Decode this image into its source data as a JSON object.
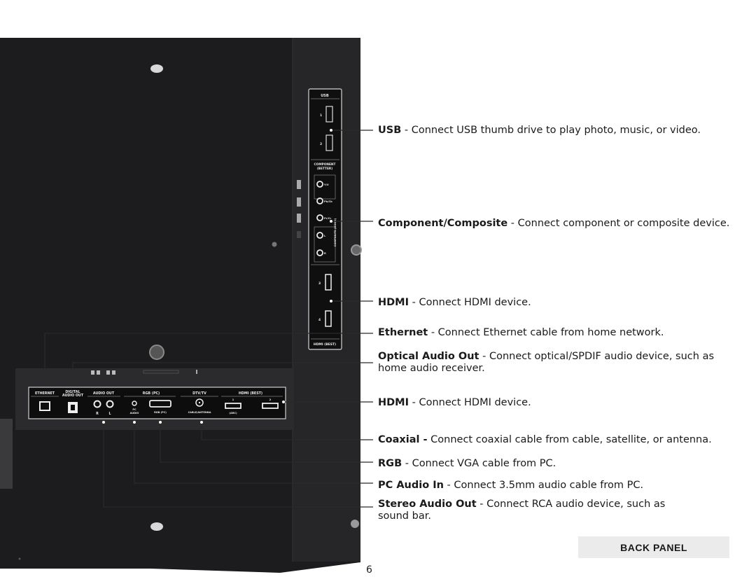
{
  "callouts": [
    {
      "id": "usb",
      "term": "USB",
      "desc": " - Connect USB thumb drive to play photo, music, or video."
    },
    {
      "id": "component",
      "term": "Component/Composite",
      "desc": " - Connect component or composite device."
    },
    {
      "id": "hdmi_side",
      "term": "HDMI",
      "desc": " - Connect HDMI device."
    },
    {
      "id": "ethernet",
      "term": "Ethernet",
      "desc": " - Connect Ethernet cable from home network."
    },
    {
      "id": "optical",
      "term": "Optical Audio Out",
      "desc": " - Connect optical/SPDIF audio device, such as home audio receiver."
    },
    {
      "id": "hdmi_rear",
      "term": "HDMI",
      "desc": " - Connect HDMI device."
    },
    {
      "id": "coaxial",
      "term": "Coaxial -",
      "desc": " Connect coaxial cable from cable, satellite, or antenna."
    },
    {
      "id": "rgb",
      "term": "RGB",
      "desc": " - Connect VGA cable from PC."
    },
    {
      "id": "pc_audio",
      "term": "PC Audio In",
      "desc": " - Connect 3.5mm audio cable from PC."
    },
    {
      "id": "stereo",
      "term": "Stereo Audio Out",
      "desc": " - Connect RCA audio device, such as sound bar."
    }
  ],
  "side_panel": {
    "usb": "USB",
    "usb_ports": [
      "1",
      "2"
    ],
    "component_line1": "COMPONENT",
    "component_line2": "(BETTER)",
    "composite_vertical": "COMPOSITE (GOOD)",
    "jack_labels": [
      "Y/V",
      "Pb/Cb",
      "Pr/Cr",
      "L",
      "R"
    ],
    "hdmi_ports": [
      "3",
      "4"
    ],
    "hdmi_best": "HDMI (BEST)"
  },
  "rear_panel": {
    "ethernet": "ETHERNET",
    "digital1": "DIGITAL",
    "digital2": "AUDIO OUT",
    "audio_out": "AUDIO OUT",
    "r": "R",
    "l": "L",
    "rgb_pc": "RGB (PC)",
    "pc1": "PC",
    "pc2": "AUDIO",
    "rgb_sub": "RGB (PC)",
    "dtv": "DTV/TV",
    "cable": "CABLE/ANTENNA",
    "hdmi_best": "HDMI (BEST)",
    "hdmi1": "1",
    "hdmi2": "2",
    "arc": "(ARC)"
  },
  "back_panel_label": "BACK PANEL",
  "page_number": "6",
  "colors": {
    "tv_body": "#1c1c1e",
    "panel": "#2b2b2d",
    "port_panel": "#0d0d0d",
    "leader": "#2a2a2a",
    "label_bg": "#ebebeb"
  }
}
